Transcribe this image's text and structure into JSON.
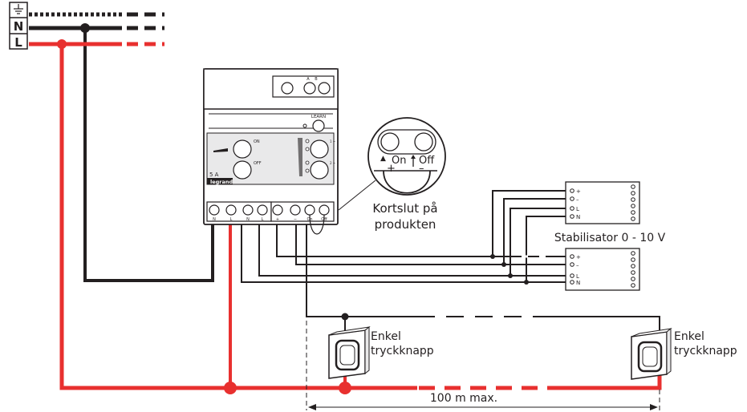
{
  "supply": {
    "earth_symbol": "⏚",
    "neutral": "N",
    "line": "L"
  },
  "module": {
    "learn": "LEARN",
    "ch_a": "A",
    "ch_b": "B",
    "on_label": "ON",
    "off_label": "OFF",
    "on_glyph": "~",
    "off_glyph": "—",
    "ch_right_1": "1 ~",
    "ch_right_2": "2 ~",
    "rating": "5 A",
    "brand": "legrand",
    "terminals_left": [
      "N",
      "L",
      "N",
      "L"
    ],
    "terminals_right": [
      "+",
      "−",
      "On",
      "Off"
    ]
  },
  "zoom": {
    "on": "On",
    "off": "Off",
    "plus": "+",
    "minus": "–"
  },
  "short_circuit": [
    "Kortslut på",
    "produkten"
  ],
  "stabilizer": {
    "label": "Stabilisator 0 - 10 V",
    "pins": [
      "+",
      "–",
      "L",
      "N"
    ]
  },
  "switch_left": [
    "Enkel",
    "tryckknapp"
  ],
  "switch_right": [
    "Enkel",
    "tryckknapp"
  ],
  "distance": "100 m max.",
  "colors": {
    "line": "#e8302f",
    "wire": "#231f20"
  }
}
